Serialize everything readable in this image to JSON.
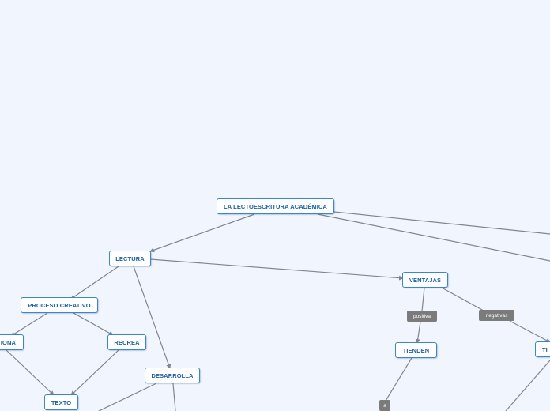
{
  "colors": {
    "background": "#f1f5fd",
    "node_border": "#3a86cc",
    "node_text": "#1d5fa3",
    "edge": "#808590",
    "tag_bg": "#7b7b7b"
  },
  "nodes": {
    "root": "LA LECTOESCRITURA ACADÉMICA",
    "lectura": "LECTURA",
    "proceso_creativo": "PROCESO CREATIVO",
    "recrea": "RECREA",
    "iona": "IONA",
    "texto": "TEXTO",
    "desarrolla": "DESARROLLA",
    "ventajas": "VENTAJAS",
    "tienden": "TIENDEN",
    "ti": "TI"
  },
  "edge_labels": {
    "positiva": "positiva",
    "negativas": "negativas",
    "a": "a"
  }
}
